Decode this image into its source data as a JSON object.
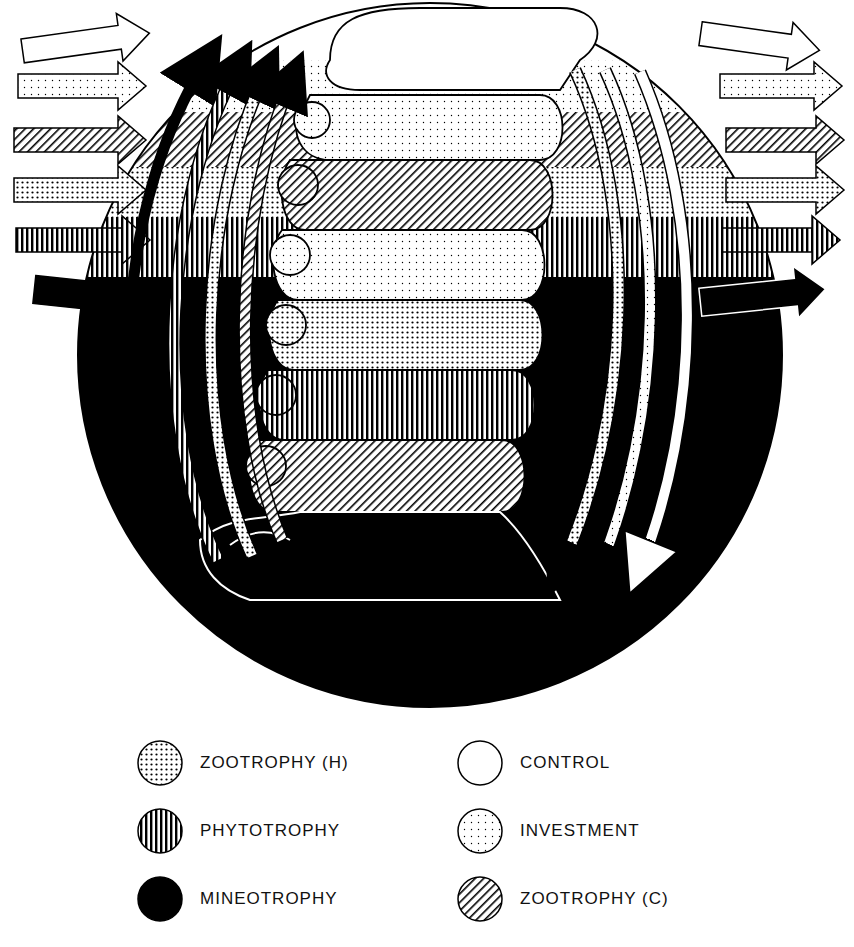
{
  "diagram": {
    "legend": [
      {
        "text": "ZOOTROPHY (H)"
      },
      {
        "text": "CONTROL",
        "color": "#ffffff"
      },
      {
        "text": "PHYTOTROPHY"
      },
      {
        "text": "INVESTMENT"
      },
      {
        "text": "MINEOTROPHY",
        "color": "#000000"
      },
      {
        "text": "ZOOTROPHY (C)"
      }
    ]
  }
}
